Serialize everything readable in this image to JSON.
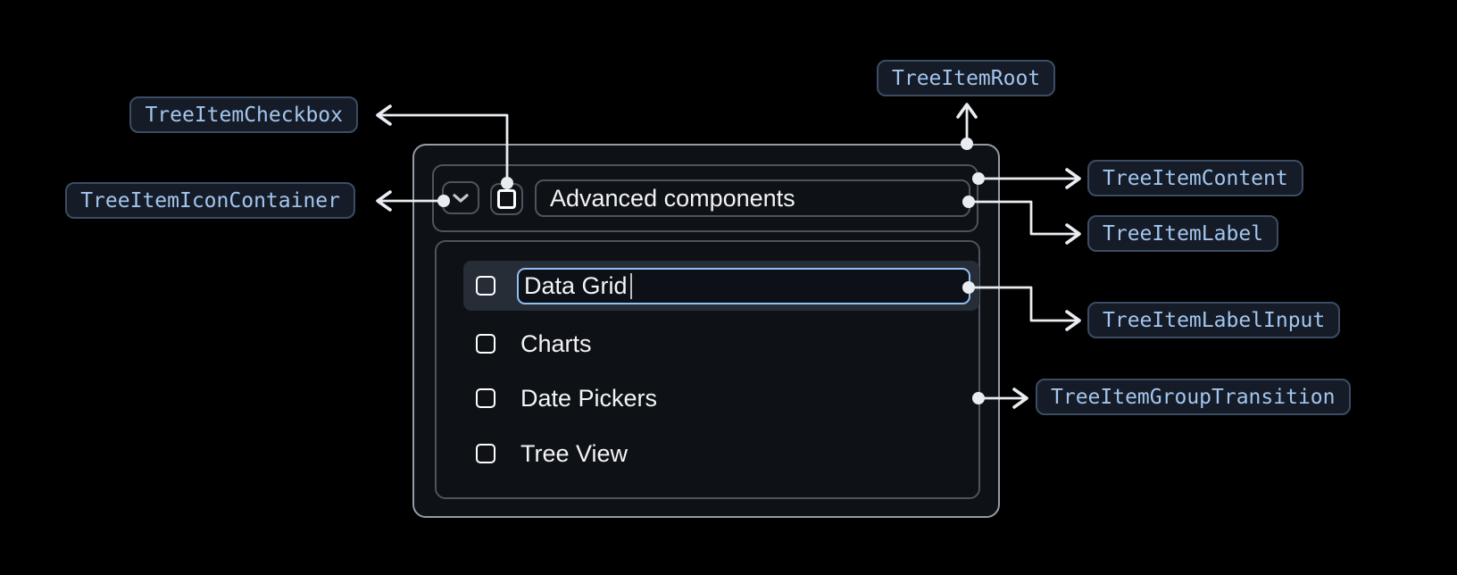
{
  "annotations": {
    "root": {
      "label": "TreeItemRoot"
    },
    "checkbox": {
      "label": "TreeItemCheckbox"
    },
    "icon_container": {
      "label": "TreeItemIconContainer"
    },
    "content": {
      "label": "TreeItemContent"
    },
    "label": {
      "label": "TreeItemLabel"
    },
    "label_input": {
      "label": "TreeItemLabelInput"
    },
    "group_transition": {
      "label": "TreeItemGroupTransition"
    }
  },
  "tree": {
    "parent": {
      "label": "Advanced components",
      "expanded": true,
      "checked": false
    },
    "editing_item": {
      "value": "Data Grid",
      "editing": true,
      "checked": false
    },
    "items": [
      {
        "label": "Charts",
        "checked": false
      },
      {
        "label": "Date Pickers",
        "checked": false
      },
      {
        "label": "Tree View",
        "checked": false
      }
    ]
  },
  "colors": {
    "canvas_bg": "#000000",
    "surface_bg": "#0e1116",
    "surface_border": "#959ca6",
    "inner_border": "#4e545e",
    "row_selected_bg": "#272d36",
    "input_border": "#8fc0f4",
    "input_bg": "#0d1117",
    "item_text": "#f3f4f6",
    "checkbox_color": "#ffffff",
    "chevron_color": "#c2c7cd",
    "arrow_color": "#e9edf2",
    "annotation_bg": "#151c27",
    "annotation_border": "#3b4c63",
    "annotation_text": "#a3c5ee"
  }
}
